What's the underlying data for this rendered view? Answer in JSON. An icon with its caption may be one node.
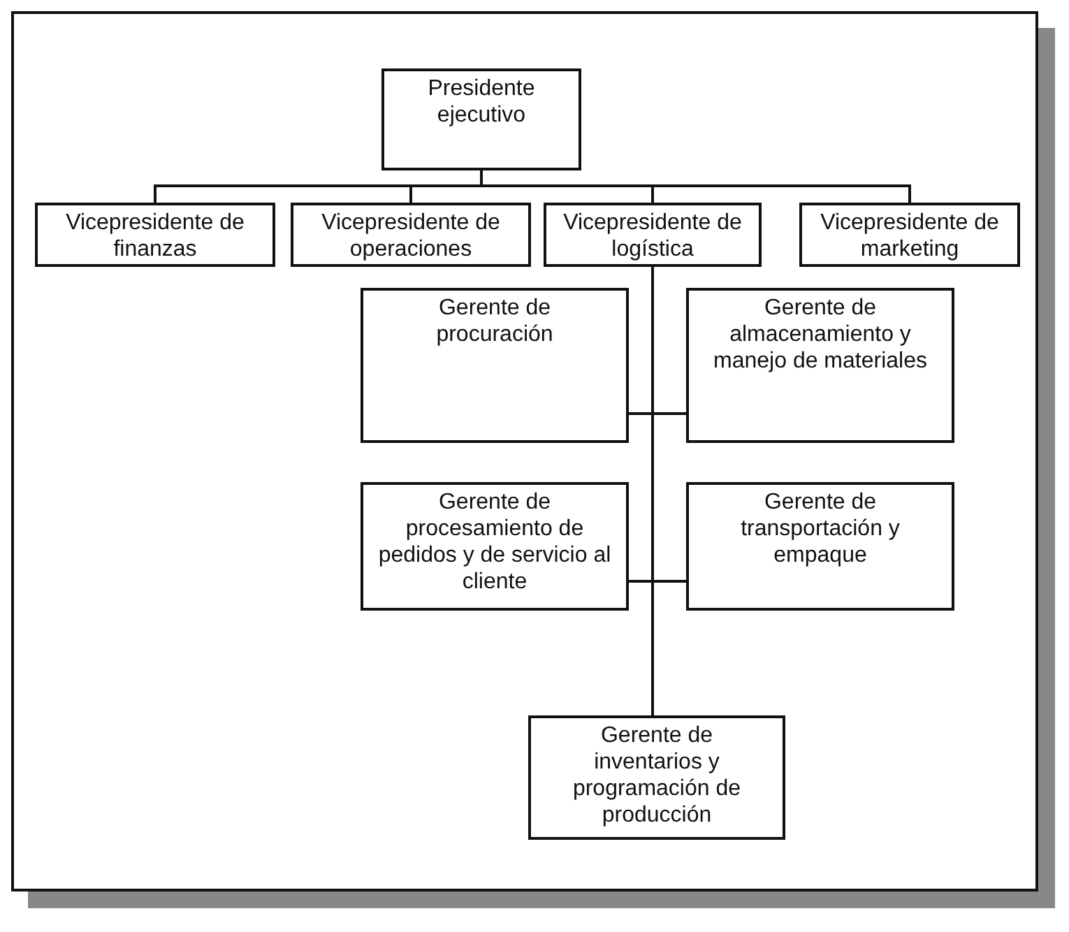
{
  "diagram": {
    "nodes": [
      {
        "text": [
          "Presidente ejecutivo"
        ]
      },
      {
        "text": [
          "Vicepresidente de finanzas"
        ]
      },
      {
        "text": [
          "Vicepresidente de operaciones"
        ]
      },
      {
        "text": [
          "Vicepresidente de logística"
        ]
      },
      {
        "text": [
          "Vicepresidente de marketing"
        ]
      },
      {
        "text": [
          "Gerente de procuración"
        ]
      },
      {
        "text": [
          "Gerente de almacenamiento y manejo de materiales"
        ]
      },
      {
        "text": [
          "Gerente de procesamiento de pedidos y de servicio al cliente"
        ]
      },
      {
        "text": [
          "Gerente de transportación y empaque"
        ]
      },
      {
        "text": [
          "Gerente de inventarios y programación de producción"
        ]
      }
    ],
    "edges": [
      {
        "from": 0,
        "to": 1,
        "arrow": "none"
      },
      {
        "from": 0,
        "to": 2,
        "arrow": "none"
      },
      {
        "from": 0,
        "to": 3,
        "arrow": "none"
      },
      {
        "from": 0,
        "to": 4,
        "arrow": "none"
      },
      {
        "from": 3,
        "to": 5,
        "arrow": "none"
      },
      {
        "from": 3,
        "to": 6,
        "arrow": "none"
      },
      {
        "from": 3,
        "to": 7,
        "arrow": "none"
      },
      {
        "from": 3,
        "to": 8,
        "arrow": "none"
      },
      {
        "from": 3,
        "to": 9,
        "arrow": "none"
      }
    ]
  }
}
